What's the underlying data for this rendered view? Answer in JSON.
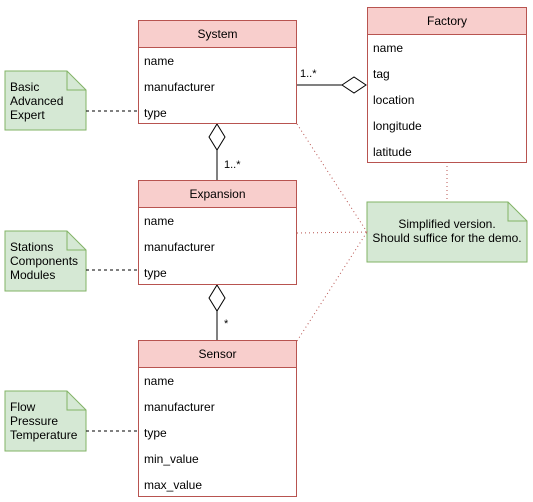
{
  "classes": {
    "system": {
      "title": "System",
      "attributes": [
        "name",
        "manufacturer",
        "type"
      ]
    },
    "factory": {
      "title": "Factory",
      "attributes": [
        "name",
        "tag",
        "location",
        "longitude",
        "latitude"
      ]
    },
    "expansion": {
      "title": "Expansion",
      "attributes": [
        "name",
        "manufacturer",
        "type"
      ]
    },
    "sensor": {
      "title": "Sensor",
      "attributes": [
        "name",
        "manufacturer",
        "type",
        "min_value",
        "max_value"
      ]
    }
  },
  "notes": {
    "system_types": [
      "Basic",
      "Advanced",
      "Expert"
    ],
    "expansion_types": [
      "Stations",
      "Components",
      "Modules"
    ],
    "sensor_types": [
      "Flow",
      "Pressure",
      "Temperature"
    ],
    "simplified": [
      "Simplified version.",
      "Should suffice for the demo."
    ]
  },
  "multiplicities": {
    "system_factory": "1..*",
    "system_expansion": "1..*",
    "expansion_sensor": "*"
  },
  "colors": {
    "class_header_fill": "#f8cecc",
    "class_border": "#b85450",
    "note_fill": "#d5e8d4",
    "note_border": "#82b366",
    "link_dotted": "#b85450"
  }
}
